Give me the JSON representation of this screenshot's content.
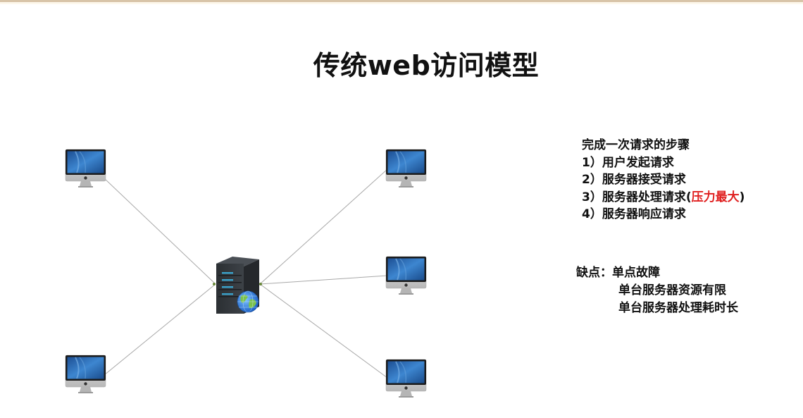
{
  "title": "传统web访问模型",
  "nodes": {
    "server": {
      "label": "server-with-globe"
    },
    "clients": [
      {
        "id": "client-top-left"
      },
      {
        "id": "client-bottom-left"
      },
      {
        "id": "client-top-right"
      },
      {
        "id": "client-middle-right"
      },
      {
        "id": "client-bottom-right"
      }
    ]
  },
  "steps": {
    "heading": "完成一次请求的步骤",
    "items": [
      {
        "num": "1）",
        "text": "用户发起请求",
        "highlight": ""
      },
      {
        "num": "2）",
        "text": "服务器接受请求",
        "highlight": ""
      },
      {
        "num": "3）",
        "text": "服务器处理请求(",
        "highlight": "压力最大",
        "suffix": ")"
      },
      {
        "num": "4）",
        "text": "服务器响应请求",
        "highlight": ""
      }
    ]
  },
  "cons": {
    "label": "缺点：",
    "items": [
      "单点故障",
      "单台服务器资源有限",
      "单台服务器处理耗时长"
    ]
  },
  "colors": {
    "highlight": "#e02020",
    "link_line": "#a8a8a8"
  }
}
